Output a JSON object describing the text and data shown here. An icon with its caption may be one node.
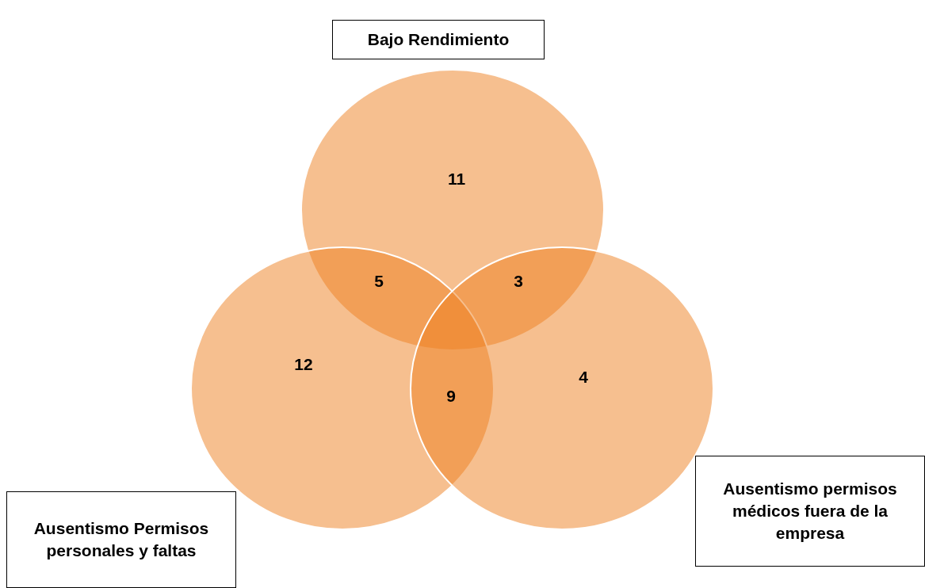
{
  "diagram": {
    "nodes": [
      {
        "text": [
          "Bajo Rendimiento"
        ]
      },
      {
        "text": [
          "Ausentismo permisos médicos fuera de la empresa"
        ]
      },
      {
        "text": [
          "Ausentismo Permisos personales y faltas"
        ]
      }
    ],
    "labels": [
      "11",
      "5",
      "3",
      "12",
      "4",
      "9"
    ]
  }
}
